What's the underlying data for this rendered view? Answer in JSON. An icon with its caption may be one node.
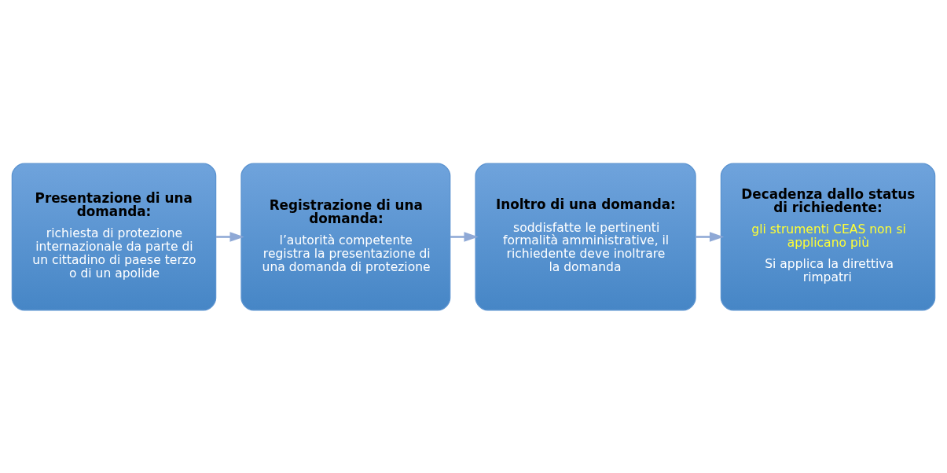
{
  "diagram": {
    "nodes": [
      {
        "text": [
          "Presentazione di una domanda:",
          "richiesta di protezione internazionale da parte di un cittadino di paese terzo o di un apolide"
        ]
      },
      {
        "text": [
          "Registrazione di una domanda:",
          "l’autorità competente registra la presentazione di una domanda di protezione"
        ]
      },
      {
        "text": [
          "Inoltro di una domanda:",
          "soddisfatte le pertinenti formalità amministrative, il richiedente deve inoltrare la domanda"
        ]
      },
      {
        "text": [
          "Decadenza dallo status di richiedente:",
          "gli strumenti CEAS non si applicano più",
          "Si applica la direttiva rimpatri"
        ]
      }
    ],
    "edges": [
      {
        "from": 0,
        "to": 1,
        "arrow": "to"
      },
      {
        "from": 1,
        "to": 2,
        "arrow": "to"
      },
      {
        "from": 2,
        "to": 3,
        "arrow": "to"
      }
    ]
  }
}
